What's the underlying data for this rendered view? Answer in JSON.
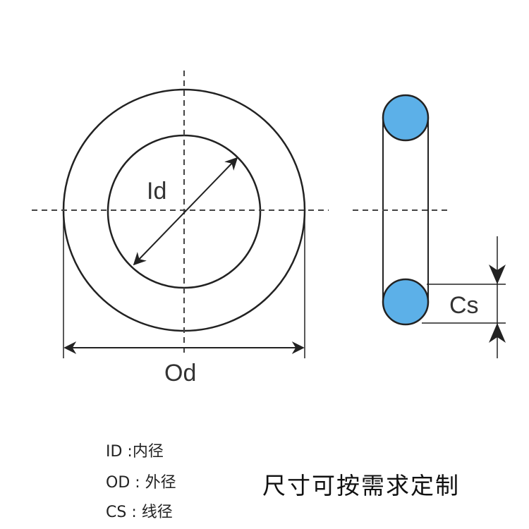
{
  "labels": {
    "id": "Id",
    "od": "Od",
    "cs": "Cs"
  },
  "legend": [
    {
      "text": "ID :内径"
    },
    {
      "text": "OD : 外径"
    },
    {
      "text": "CS : 线径"
    }
  ],
  "slogan": "尺寸可按需求定制",
  "colors": {
    "line": "#222222",
    "fill": "#5cb0e8",
    "dash": "#444444"
  }
}
